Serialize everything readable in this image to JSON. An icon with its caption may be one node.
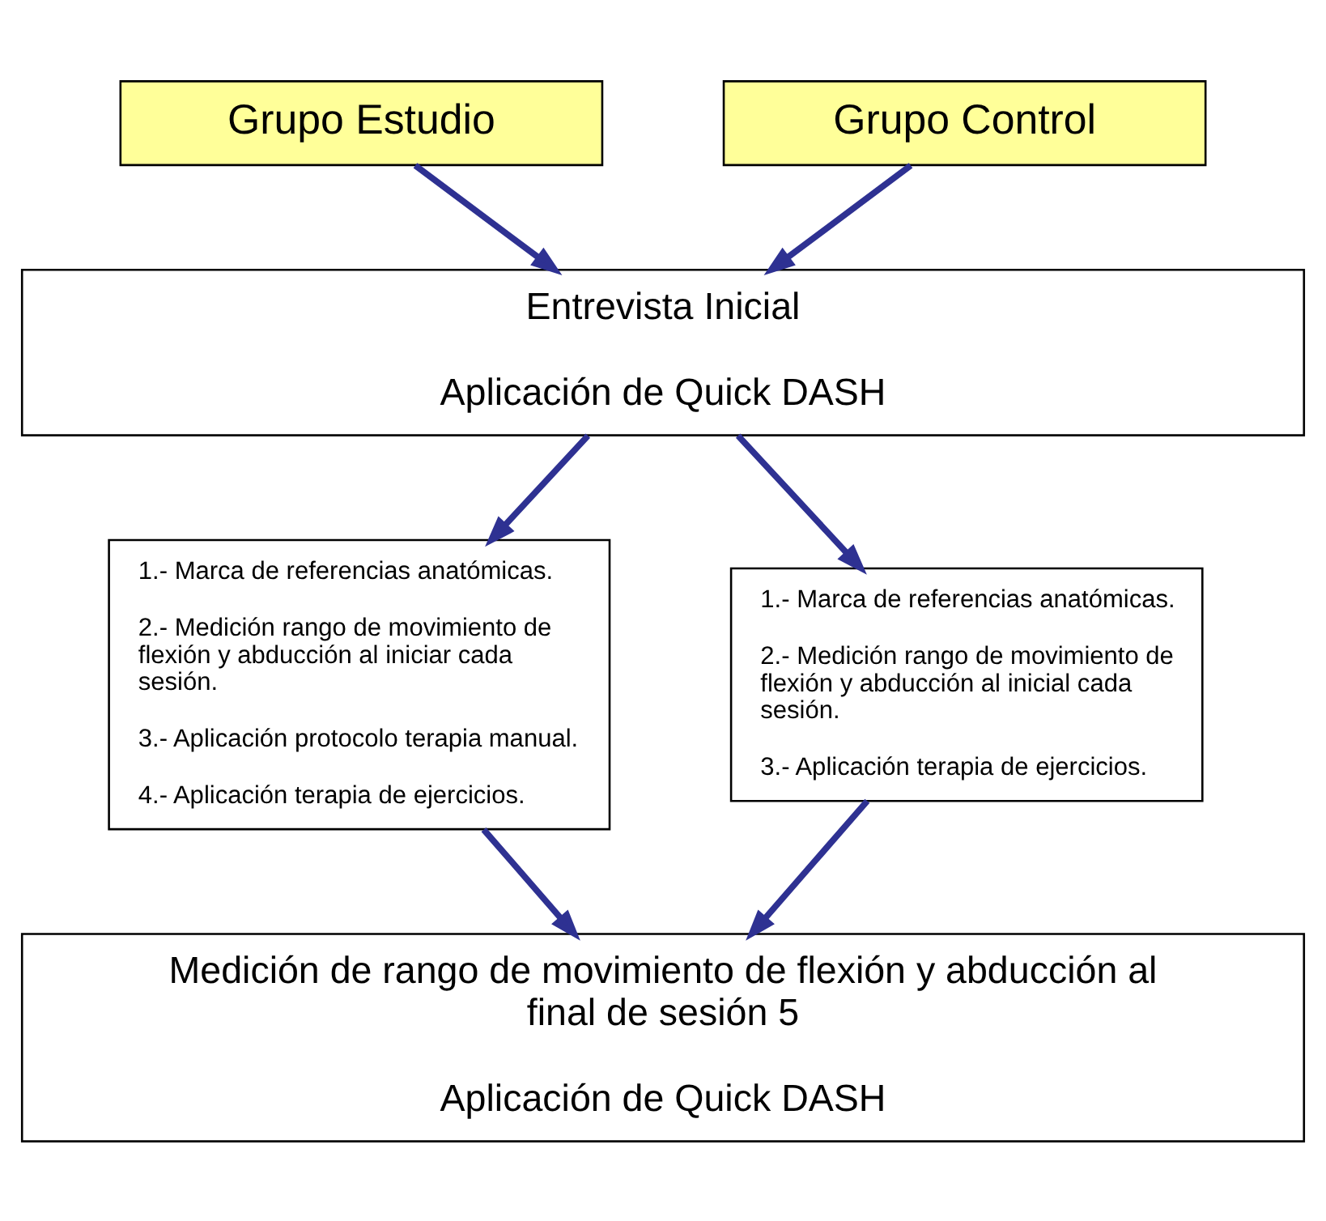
{
  "diagram": {
    "nodes": [
      {
        "text": [
          "Grupo Estudio"
        ]
      },
      {
        "text": [
          "Grupo Control"
        ]
      },
      {
        "text": [
          "Entrevista Inicial",
          "Aplicación de Quick DASH"
        ]
      },
      {
        "text": [
          "1.- Marca de referencias anatómicas.",
          "2.- Medición rango de movimiento de flexión y abducción al iniciar cada sesión.",
          "3.- Aplicación protocolo terapia manual.",
          "4.- Aplicación terapia de ejercicios."
        ]
      },
      {
        "text": [
          "1.- Marca de referencias anatómicas.",
          "2.- Medición rango de movimiento de flexión y abducción al inicial cada sesión.",
          "3.- Aplicación terapia de ejercicios."
        ]
      },
      {
        "text": [
          "Medición de rango de movimiento de flexión y abducción al final de sesión 5",
          "Aplicación de Quick DASH"
        ]
      }
    ],
    "edges": [
      {
        "from": 0,
        "to": 2,
        "arrow": "to"
      },
      {
        "from": 1,
        "to": 2,
        "arrow": "to"
      },
      {
        "from": 2,
        "to": 3,
        "arrow": "to"
      },
      {
        "from": 2,
        "to": 4,
        "arrow": "to"
      },
      {
        "from": 3,
        "to": 5,
        "arrow": "to"
      },
      {
        "from": 4,
        "to": 5,
        "arrow": "to"
      }
    ]
  }
}
